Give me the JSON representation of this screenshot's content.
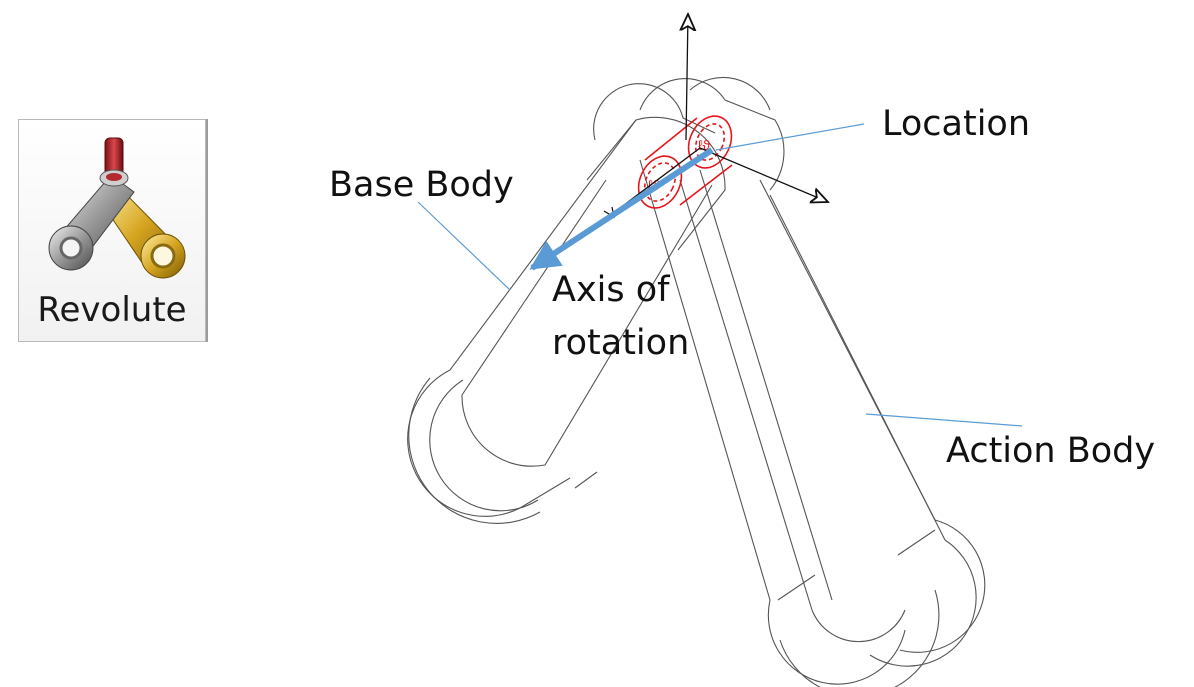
{
  "tool_button": {
    "label": "Revolute",
    "icon": "revolute-joint-icon"
  },
  "diagram": {
    "labels": {
      "location": "Location",
      "base_body": "Base Body",
      "axis_line1": "Axis of",
      "axis_line2": "rotation",
      "action_body": "Action Body"
    },
    "colors": {
      "leader": "#5b9bd5",
      "joint": "#e8141c",
      "outline": "#555555",
      "triad": "#111111"
    }
  }
}
